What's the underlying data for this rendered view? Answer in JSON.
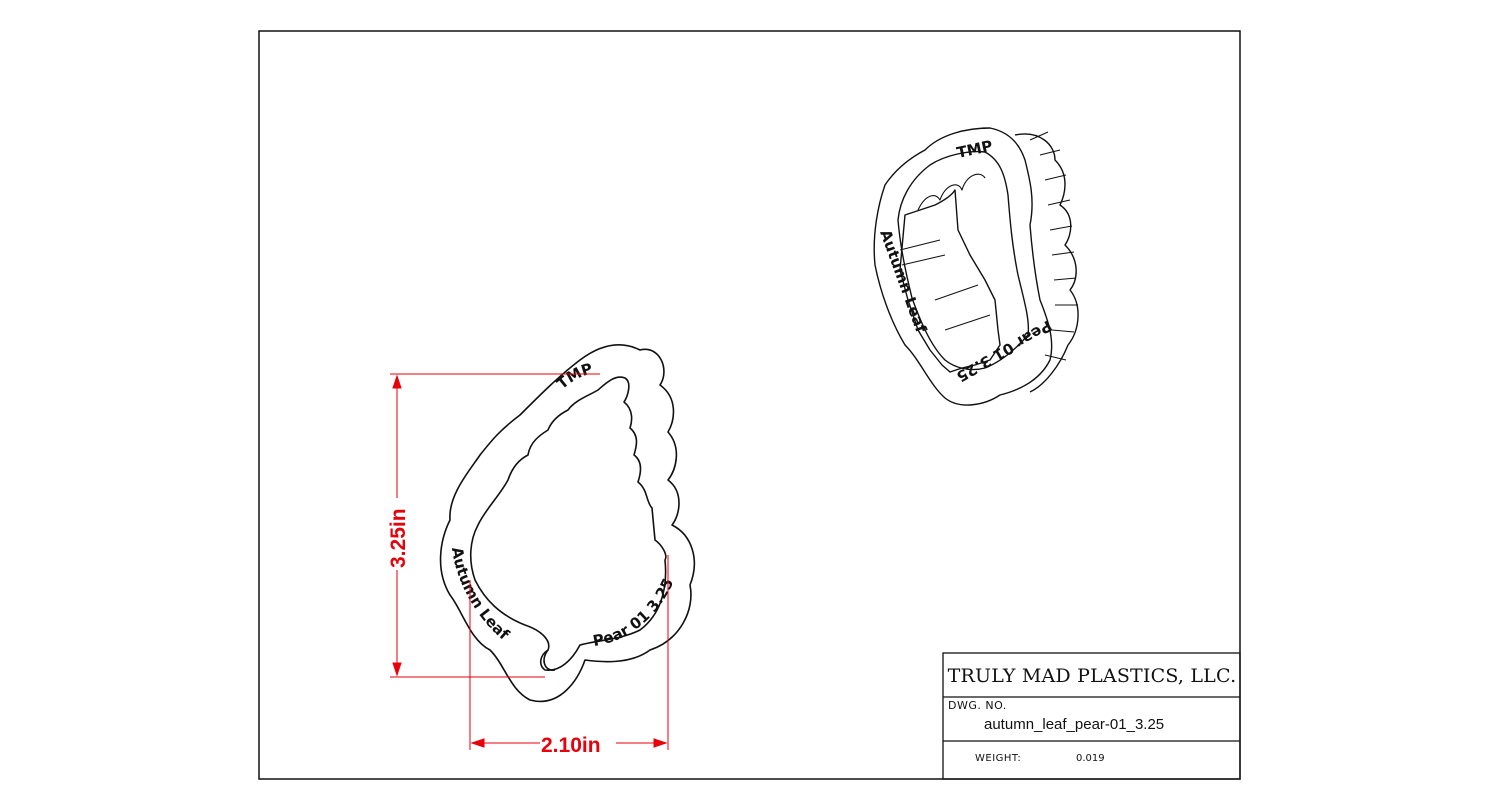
{
  "title_block": {
    "company": "TRULY MAD PLASTICS, LLC.",
    "dwg_no_label": "DWG. NO.",
    "dwg_no": "autumn_leaf_pear-01_3.25",
    "weight_label": "WEIGHT:",
    "weight_value": "0.019"
  },
  "dimensions": {
    "height": "3.25in",
    "width": "2.10in",
    "color": "#e8000b"
  },
  "engraving": {
    "top": "TMP",
    "left": "Autumn Leaf",
    "right": "Pear 01 3.25"
  }
}
